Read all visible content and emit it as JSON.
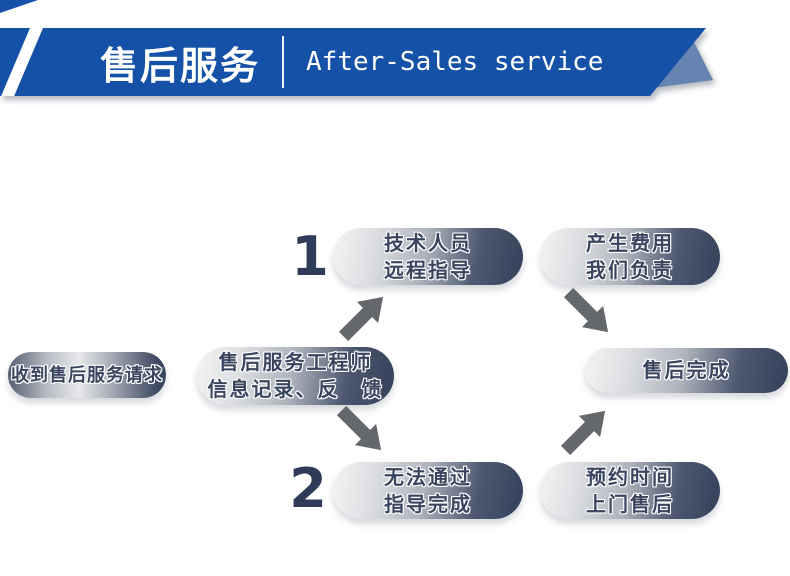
{
  "header": {
    "title_cn": "售后服务",
    "title_en": "After-Sales service",
    "banner_color": "#1552a7",
    "fold_color": "#6684b2",
    "stripe_color": "#ffffff",
    "text_color": "#ffffff"
  },
  "flow": {
    "colors": {
      "pill_dark": "#39455e",
      "pill_light": "#f4f4f5",
      "pill_text": "#3a4660",
      "pill_text_outline": "#ffffff",
      "arrow": "#64676c",
      "step_number": "#2e3c59"
    },
    "start": {
      "label": "收到售后服务请求"
    },
    "engineer": {
      "line1": "售后服务工程师",
      "line2": "信息记录、反　馈"
    },
    "step1": {
      "number": "1",
      "line1": "技术人员",
      "line2": "远程指导"
    },
    "fee": {
      "line1": "产生费用",
      "line2": "我们负责"
    },
    "step2": {
      "number": "2",
      "line1": "无法通过",
      "line2": "指导完成"
    },
    "visit": {
      "line1": "预约时间",
      "line2": "上门售后"
    },
    "end": {
      "label": "售后完成"
    }
  }
}
